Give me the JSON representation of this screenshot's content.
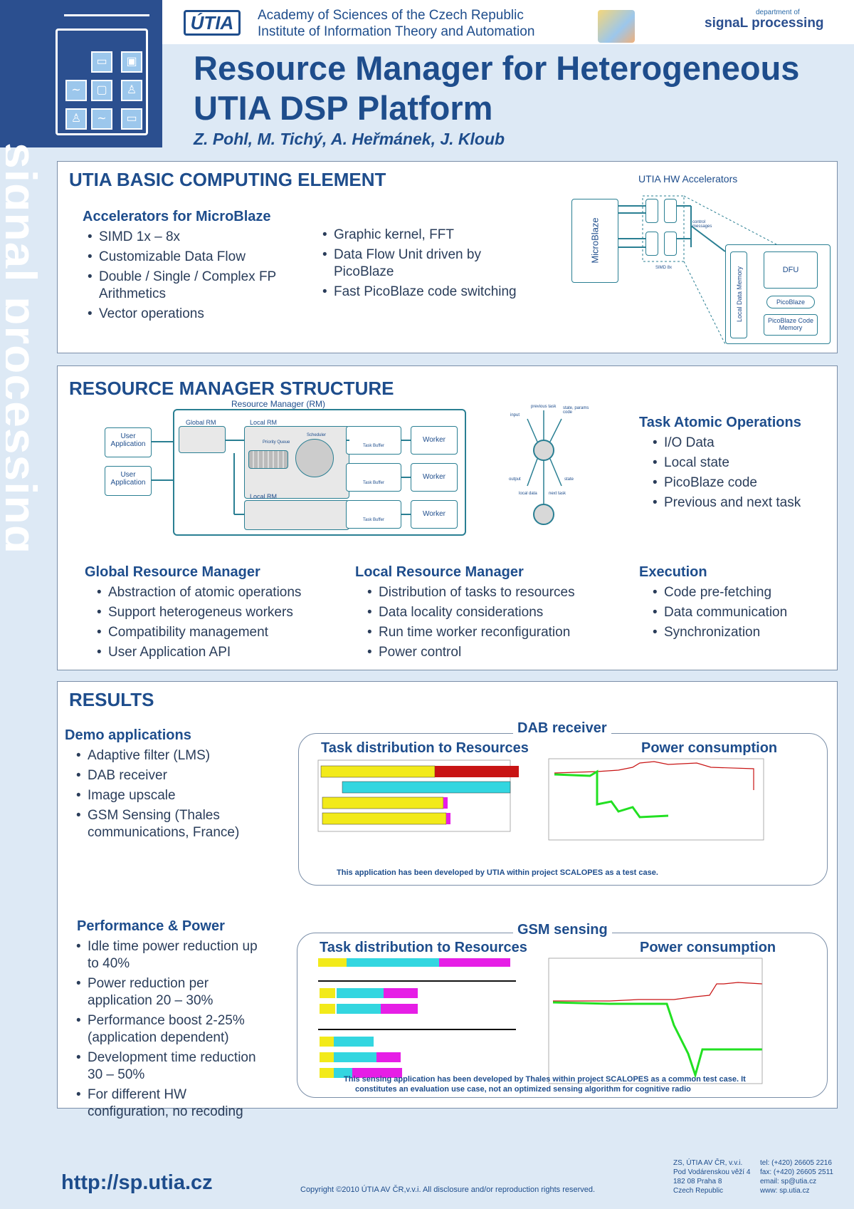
{
  "sidebar": {
    "word": "signal processing"
  },
  "header": {
    "logo_text": "ÚTIA",
    "academy_line1": "Academy of Sciences of the Czech Republic",
    "academy_line2": "Institute of Information Theory and Automation",
    "dept_small": "department of",
    "dept_big": "signaL processing"
  },
  "title_line1": "Resource Manager for Heterogeneous",
  "title_line2": "UTIA DSP Platform",
  "authors": "Z. Pohl, M. Tichý, A. Heřmánek, J. Kloub",
  "section1": {
    "title": "UTIA BASIC COMPUTING ELEMENT",
    "sub": "Accelerators for MicroBlaze",
    "left_items": [
      "SIMD 1x – 8x",
      "Customizable Data Flow",
      "Double / Single / Complex FP Arithmetics",
      "Vector operations"
    ],
    "right_items": [
      "Graphic kernel, FFT",
      "Data Flow Unit driven by PicoBlaze",
      "Fast PicoBlaze code switching"
    ],
    "diagram": {
      "title": "UTIA HW Accelerators",
      "microblaze": "MicroBlaze",
      "local_data_memory": "Local Data Memory",
      "dfu": "DFU",
      "picoblaze": "PicoBlaze",
      "picoblaze_code": "PicoBlaze Code Memory",
      "simd": "SIMD 8x",
      "control": "control messages"
    }
  },
  "section2": {
    "title": "RESOURCE MANAGER STRUCTURE",
    "diagram": {
      "rm_label": "Resource Manager (RM)",
      "user_app": "User Application",
      "global_rm": "Global RM",
      "local_rm": "Local RM",
      "priority_queue": "Priority Queue",
      "scheduler": "Scheduler",
      "task_buffer": "Task Buffer",
      "worker": "Worker",
      "flow_labels": [
        "previous task",
        "state, params code",
        "input",
        "output",
        "state",
        "local data",
        "next task"
      ]
    },
    "task_ops": {
      "sub": "Task Atomic Operations",
      "items": [
        "I/O Data",
        "Local state",
        "PicoBlaze code",
        "Previous and next task"
      ]
    },
    "global_rm": {
      "sub": "Global Resource Manager",
      "items": [
        "Abstraction of atomic operations",
        "Support heterogeneus workers",
        "Compatibility management",
        "User Application API"
      ]
    },
    "local_rm": {
      "sub": "Local Resource Manager",
      "items": [
        "Distribution of tasks to resources",
        "Data locality considerations",
        "Run time worker reconfiguration",
        "Power control"
      ]
    },
    "execution": {
      "sub": "Execution",
      "items": [
        "Code pre-fetching",
        "Data communication",
        "Synchronization"
      ]
    }
  },
  "section3": {
    "title": "RESULTS",
    "demo": {
      "sub": "Demo applications",
      "items": [
        "Adaptive filter (LMS)",
        "DAB receiver",
        "Image upscale",
        "GSM Sensing (Thales communications, France)"
      ]
    },
    "perf": {
      "sub": "Performance & Power",
      "items": [
        "Idle time power reduction up to 40%",
        "Power reduction per application 20 – 30%",
        "Performance boost 2-25% (application dependent)",
        "Development time reduction 30 – 50%",
        "For different HW configuration, no recoding"
      ]
    },
    "dab": {
      "title": "DAB receiver",
      "left": "Task distribution to Resources",
      "right": "Power consumption",
      "note": "This application has been developed by UTIA within project SCALOPES as a  test case."
    },
    "gsm": {
      "title": "GSM sensing",
      "left": "Task distribution to Resources",
      "right": "Power consumption",
      "note1": "This sensing application has been developed by Thales within project SCALOPES as a common test case. It",
      "note2": "constitutes an evaluation use case,  not an optimized sensing algorithm for cognitive radio"
    }
  },
  "footer": {
    "url": "http://sp.utia.cz",
    "copyright": "Copyright ©2010  ÚTIA AV ČR,v.v.i. All disclosure and/or reproduction rights reserved.",
    "address": [
      "ZS, ÚTIA AV ČR, v.v.i.",
      "Pod Vodárenskou věží 4",
      "182 08  Praha 8",
      "Czech Republic"
    ],
    "contact": [
      "tel: (+420) 26605 2216",
      "fax: (+420) 26605 2511",
      "email: sp@utia.cz",
      "www: sp.utia.cz"
    ]
  },
  "colors": {
    "primary": "#1e4d8c",
    "teal": "#2a7f93",
    "yellow": "#f2ea1a",
    "cyan": "#33d6e0",
    "magenta": "#e61ee6",
    "red": "#c81414",
    "green": "#22e022"
  }
}
